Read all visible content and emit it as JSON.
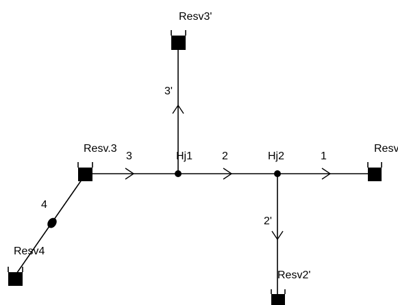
{
  "diagram": {
    "nodes": {
      "resv3prime": {
        "label": "Resv3'",
        "kind": "reservoir"
      },
      "resv3": {
        "label": "Resv.3",
        "kind": "reservoir"
      },
      "hj1": {
        "label": "Hj1",
        "kind": "junction"
      },
      "hj2": {
        "label": "Hj2",
        "kind": "junction"
      },
      "resv": {
        "label": "Resv",
        "kind": "reservoir"
      },
      "resv2prime": {
        "label": "Resv2'",
        "kind": "reservoir"
      },
      "resv4": {
        "label": "Resv4",
        "kind": "reservoir"
      }
    },
    "pipes": {
      "p1": {
        "label": "1",
        "from": "hj2",
        "to": "resv"
      },
      "p2": {
        "label": "2",
        "from": "hj1",
        "to": "hj2"
      },
      "p3": {
        "label": "3",
        "from": "resv3",
        "to": "hj1"
      },
      "p3prime": {
        "label": "3'",
        "from": "hj1",
        "to": "resv3prime"
      },
      "p2prime": {
        "label": "2'",
        "from": "hj2",
        "to": "resv2prime"
      },
      "p4": {
        "label": "4",
        "from": "resv3",
        "to": "resv4"
      }
    },
    "colors": {
      "line": "#000000",
      "background": "#ffffff"
    }
  }
}
